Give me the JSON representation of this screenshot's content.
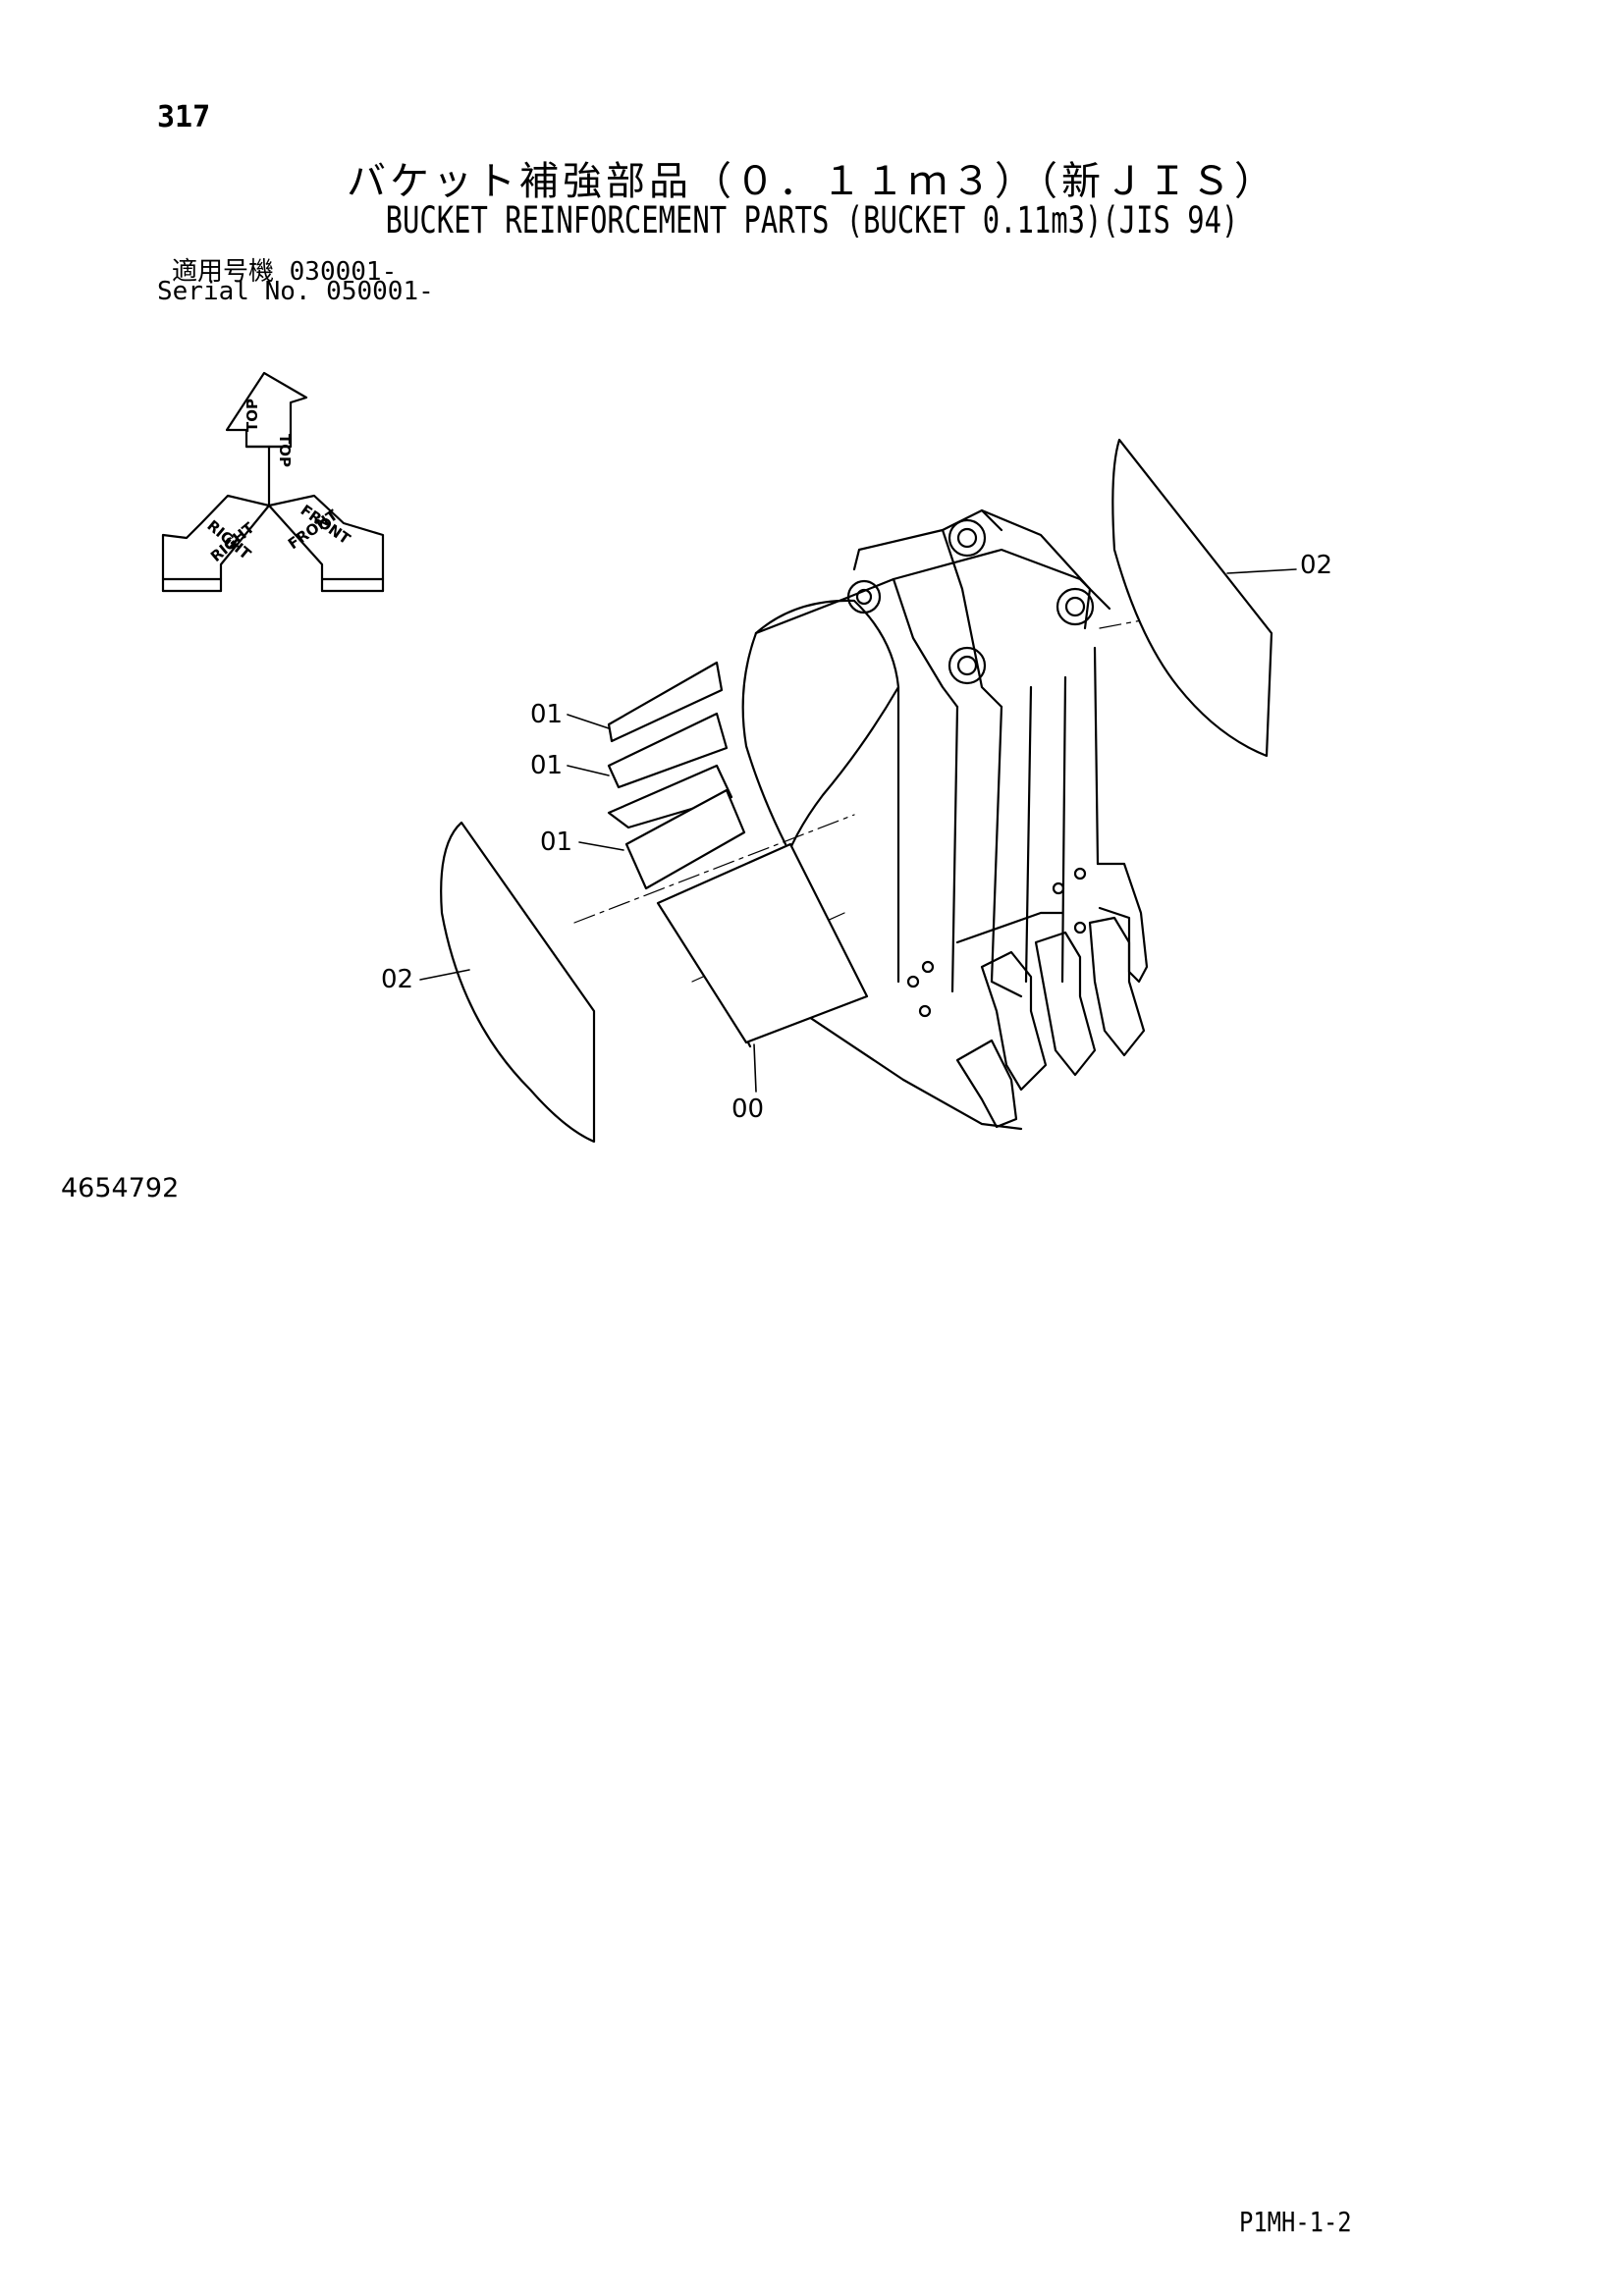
{
  "header": {
    "page_number": "317",
    "title_jp": "バケット補強部品（０．１１ｍ３）（新ＪＩＳ）",
    "title_en": "BUCKET REINFORCEMENT PARTS (BUCKET 0.11m3)(JIS 94)",
    "serial_jp": "適用号機  030001-",
    "serial_en": "Serial No. 050001-"
  },
  "orientation": {
    "top": "TOP",
    "right": "RIGHT",
    "front": "FRONT"
  },
  "callouts": {
    "c01a": "01",
    "c01b": "01",
    "c01c": "01",
    "c02_right": "02",
    "c02_left": "02",
    "c00": "00"
  },
  "footer": {
    "drawing_number": "4654792",
    "page_code": "P1MH-1-2"
  }
}
